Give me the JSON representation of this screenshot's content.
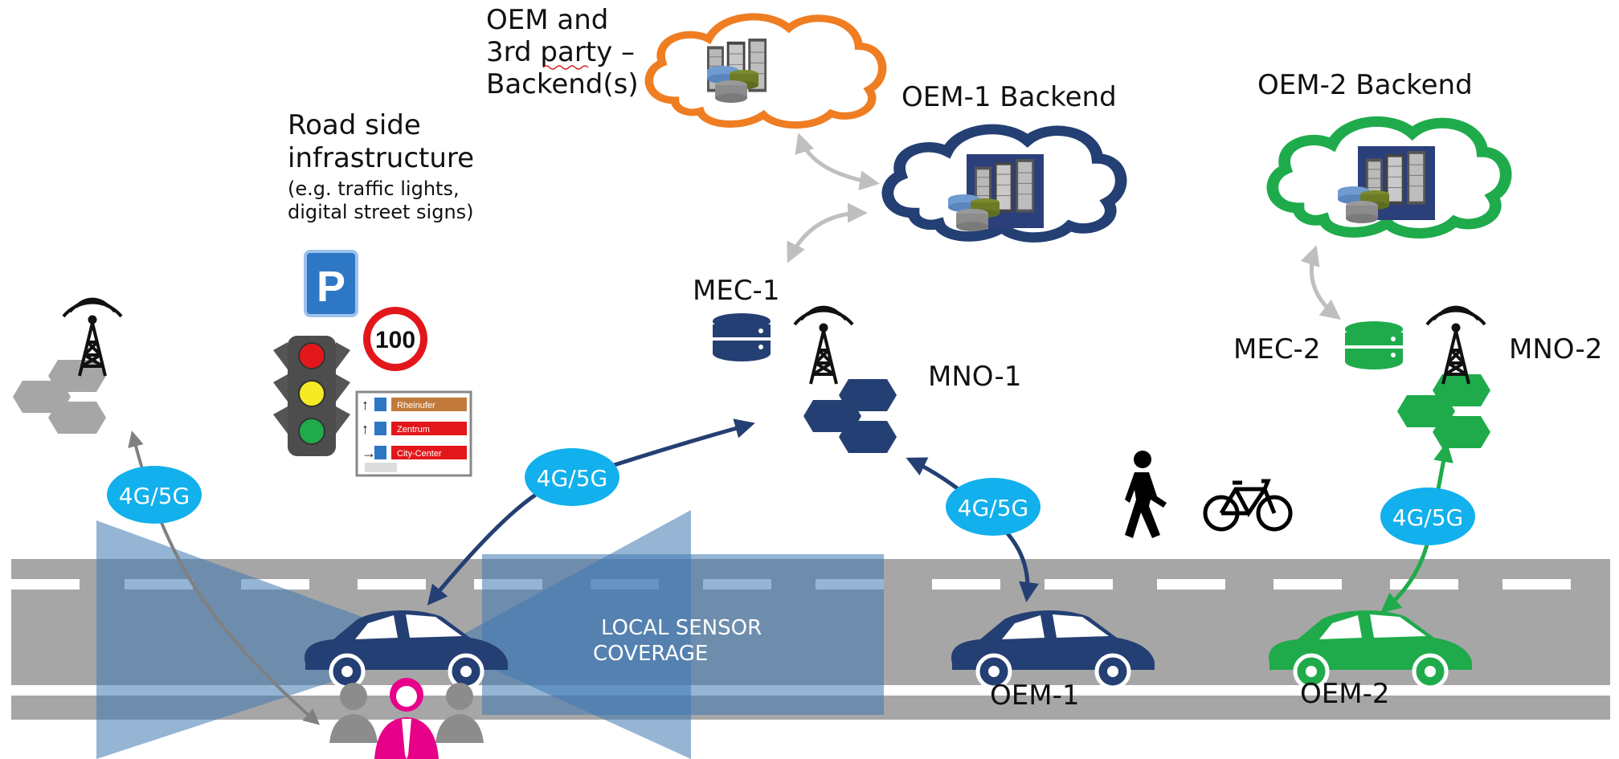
{
  "labels": {
    "oem_3rd_party_backend_line1": "OEM and",
    "oem_3rd_party_backend_line2": "3rd party –",
    "oem_3rd_party_backend_line3": "Backend(s)",
    "oem1_backend": "OEM-1 Backend",
    "oem2_backend": "OEM-2 Backend",
    "road_side_line1": "Road side",
    "road_side_line2": "infrastructure",
    "road_side_sub1": "(e.g. traffic lights,",
    "road_side_sub2": "digital street signs)",
    "mec1": "MEC-1",
    "mec2": "MEC-2",
    "mno1": "MNO-1",
    "mno2": "MNO-2",
    "oem1_car": "OEM-1",
    "oem2_car": "OEM-2",
    "sensor_line1": "LOCAL SENSOR",
    "sensor_line2": "COVERAGE"
  },
  "bubbles": [
    "4G/5G",
    "4G/5G",
    "4G/5G",
    "4G/5G"
  ],
  "signs": {
    "parking": "P",
    "speed_limit": "100",
    "direction_1": "Rheinufer",
    "direction_2": "Zentrum",
    "direction_3": "City-Center"
  },
  "colors": {
    "navy": "#243f73",
    "green": "#1fab4b",
    "orange": "#ef7d22",
    "cyan": "#12b0ec",
    "road": "#a6a6a6",
    "gray_arrow": "#bfbfbf",
    "magenta": "#e6008a",
    "sensor_blue": "#3f79b3"
  },
  "icons": [
    "antenna-tower-icon",
    "server-rack-icon",
    "database-icon",
    "cloud-icon",
    "car-icon",
    "traffic-light-icon",
    "parking-sign-icon",
    "speed-limit-sign-icon",
    "pedestrian-icon",
    "bicycle-icon",
    "people-group-icon"
  ]
}
